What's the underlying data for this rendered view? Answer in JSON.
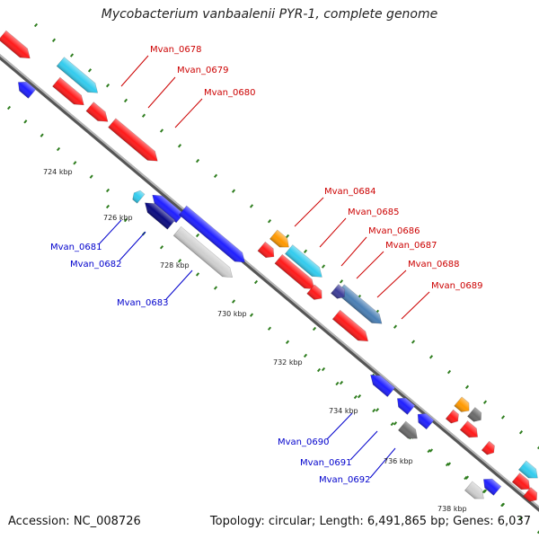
{
  "title": "Mycobacterium vanbaalenii PYR-1, complete genome",
  "footer": {
    "accession": "Accession: NC_008726",
    "summary": "Topology: circular; Length: 6,491,865 bp; Genes: 6,037"
  },
  "colors": {
    "backbone": "#8a8a8a",
    "tick": "#2e7d1e",
    "forward_label": "#cc0000",
    "reverse_label": "#0000cc",
    "red": "#ff1a1a",
    "blue": "#1f1fff",
    "cyan": "#33ccee",
    "navy": "#0a0a80",
    "silver": "#d0d0d0",
    "orange": "#ff9900",
    "steel": "#4a7fb5",
    "purple": "#3d3d99",
    "gray": "#6b6b6b"
  },
  "position_labels": [
    "724 kbp",
    "726 kbp",
    "728 kbp",
    "730 kbp",
    "732 kbp",
    "734 kbp",
    "736 kbp",
    "738 kbp"
  ],
  "forward_genes": [
    "Mvan_0678",
    "Mvan_0679",
    "Mvan_0680",
    "Mvan_0684",
    "Mvan_0685",
    "Mvan_0686",
    "Mvan_0687",
    "Mvan_0688",
    "Mvan_0689"
  ],
  "reverse_genes": [
    "Mvan_0681",
    "Mvan_0682",
    "Mvan_0683",
    "Mvan_0690",
    "Mvan_0691",
    "Mvan_0692"
  ]
}
